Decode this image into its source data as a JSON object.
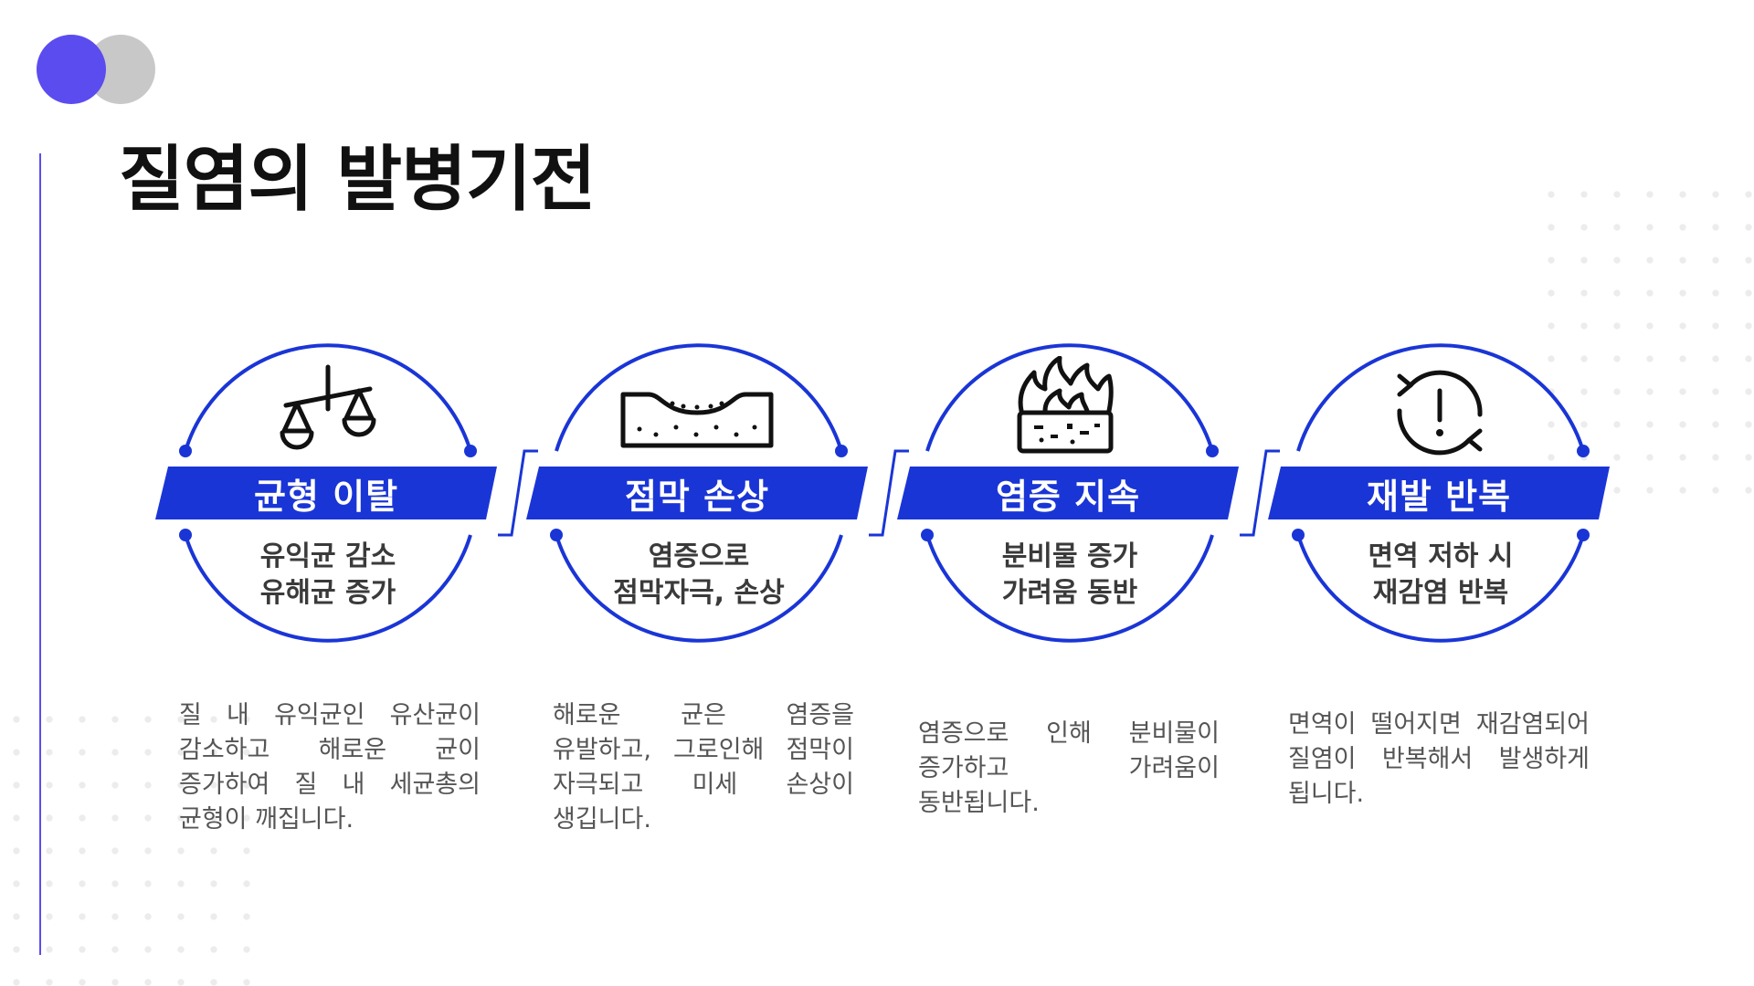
{
  "title": "질염의 발병기전",
  "colors": {
    "accent": "#1a35d6",
    "logo_primary": "#5b4cf0",
    "logo_secondary": "#c8c8c8"
  },
  "steps": [
    {
      "icon": "balance-scale-icon",
      "label": "균형 이탈",
      "sub1": "유익균 감소",
      "sub2": "유해균 증가",
      "desc": "질 내 유익균인 유산균이 감소하고 해로운 균이 증가하여 질 내 세균총의 균형이 깨집니다."
    },
    {
      "icon": "damaged-mucosa-icon",
      "label": "점막 손상",
      "sub1": "염증으로",
      "sub2": "점막자극, 손상",
      "desc": "해로운 균은 염증을 유발하고, 그로인해 점막이 자극되고 미세 손상이 생깁니다."
    },
    {
      "icon": "inflamed-tissue-icon",
      "label": "염증 지속",
      "sub1": "분비물 증가",
      "sub2": "가려움 동반",
      "desc": "염증으로 인해 분비물이 증가하고 가려움이 동반됩니다."
    },
    {
      "icon": "recurrence-warning-icon",
      "label": "재발 반복",
      "sub1": "면역 저하 시",
      "sub2": "재감염 반복",
      "desc": "면역이 떨어지면 재감염되어 질염이 반복해서 발생하게 됩니다."
    }
  ]
}
